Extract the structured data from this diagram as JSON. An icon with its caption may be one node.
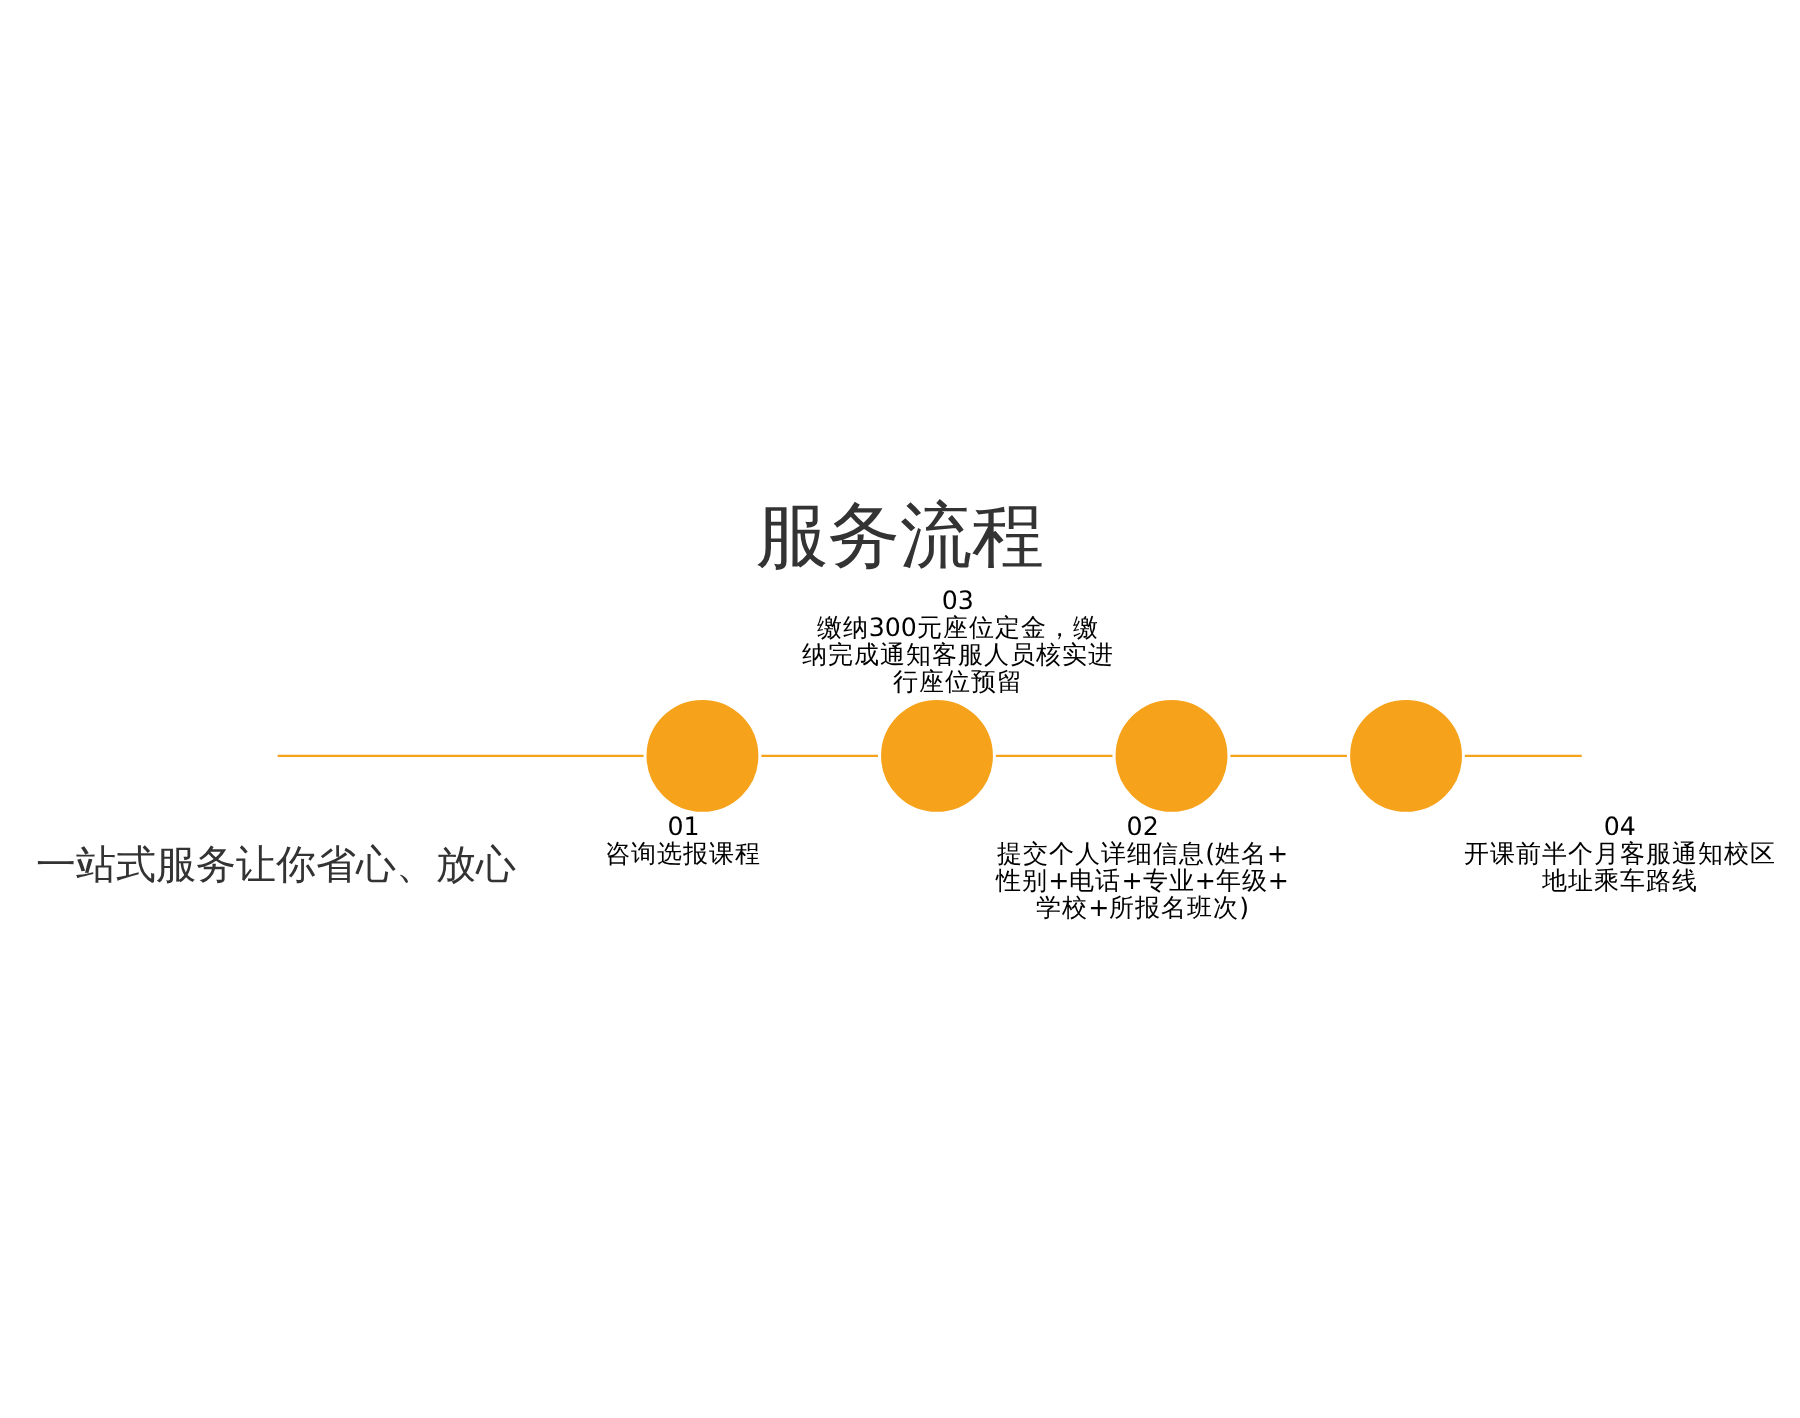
{
  "diagram": {
    "title": "服务流程",
    "nodes": [
      {
        "text": [],
        "shape": "circle",
        "beside": [
          "01",
          "咨询选报课程"
        ]
      },
      {
        "text": [],
        "shape": "circle",
        "beside": [
          "02",
          "提交个人详细信息(姓名+性别+电话+专业+年级+学校+所报名班次)"
        ]
      },
      {
        "text": [],
        "shape": "circle",
        "beside": [
          "03",
          "缴纳300元座位定金，缴纳完成通知客服人员核实进行座位预留"
        ]
      },
      {
        "text": [],
        "shape": "circle",
        "beside": [
          "04",
          "开课前半个月客服通知校区地址乘车路线"
        ]
      }
    ],
    "edges": [
      {
        "from": null,
        "to": 0,
        "arrow": "none"
      },
      {
        "from": 0,
        "to": 1,
        "arrow": "none"
      },
      {
        "from": 1,
        "to": 2,
        "arrow": "none"
      },
      {
        "from": 2,
        "to": 3,
        "arrow": "none"
      },
      {
        "from": 3,
        "to": null,
        "arrow": "none"
      }
    ],
    "labels": [
      "一站式服务让你省心、放心"
    ]
  }
}
